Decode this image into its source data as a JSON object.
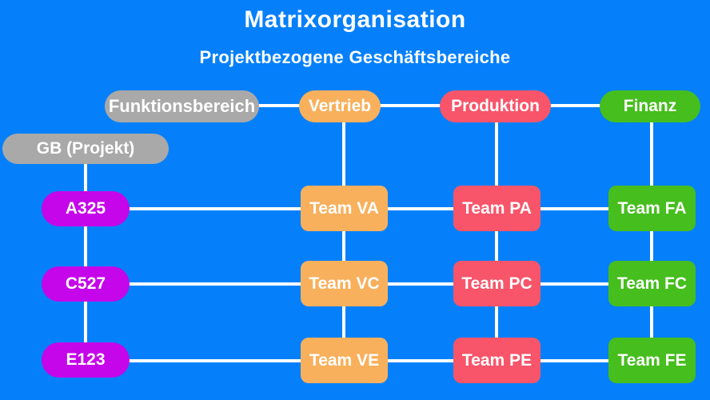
{
  "title": "Matrixorganisation",
  "subtitle": "Projektbezogene Geschäftsbereiche",
  "colors": {
    "background": "#0580fa",
    "line": "#ffffff",
    "header_gray": "#a9a9a9",
    "vertrieb_orange": "#f8b05c",
    "produktion_red": "#f8556a",
    "finanz_green": "#46be1d",
    "project_purple": "#c505ea",
    "text": "#ffffff"
  },
  "function_axis": {
    "header": "Funktionsbereich",
    "departments": [
      {
        "id": "vertrieb",
        "label": "Vertrieb",
        "color": "#f8b05c"
      },
      {
        "id": "produktion",
        "label": "Produktion",
        "color": "#f8556a"
      },
      {
        "id": "finanz",
        "label": "Finanz",
        "color": "#46be1d"
      }
    ]
  },
  "project_axis": {
    "header": "GB (Projekt)",
    "projects": [
      {
        "id": "a325",
        "label": "A325"
      },
      {
        "id": "c527",
        "label": "C527"
      },
      {
        "id": "e123",
        "label": "E123"
      }
    ]
  },
  "teams": [
    {
      "project": "A325",
      "cells": [
        "Team VA",
        "Team PA",
        "Team FA"
      ]
    },
    {
      "project": "C527",
      "cells": [
        "Team VC",
        "Team PC",
        "Team FC"
      ]
    },
    {
      "project": "E123",
      "cells": [
        "Team VE",
        "Team PE",
        "Team FE"
      ]
    }
  ]
}
